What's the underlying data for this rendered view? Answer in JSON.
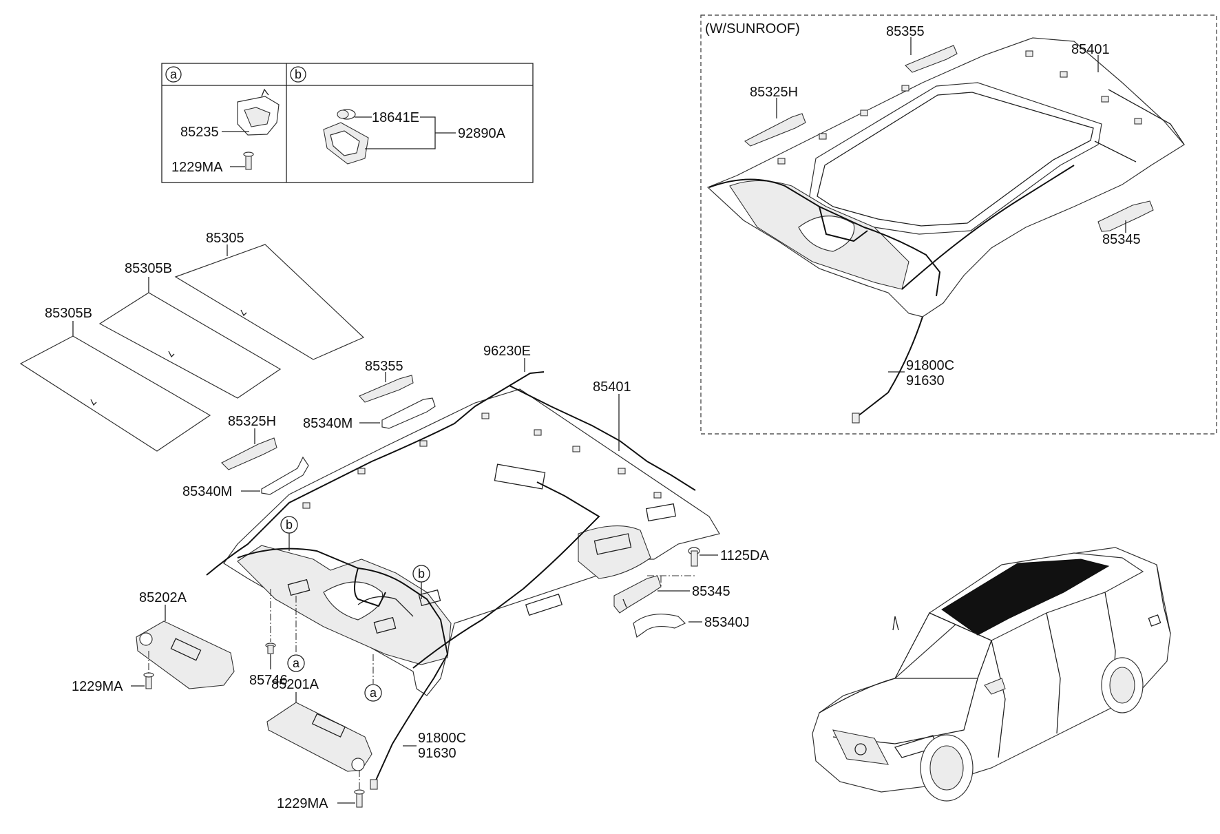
{
  "callouts": {
    "a": "a",
    "b": "b"
  },
  "legend_box": {
    "col_a": {
      "p1": "85235",
      "p2": "1229MA"
    },
    "col_b": {
      "p1": "18641E",
      "p2": "92890A"
    }
  },
  "main": {
    "p85305": "85305",
    "p85305B_1": "85305B",
    "p85305B_2": "85305B",
    "p85355": "85355",
    "p96230E": "96230E",
    "p85401": "85401",
    "p85325H": "85325H",
    "p85340M_1": "85340M",
    "p85340M_2": "85340M",
    "p1125DA": "1125DA",
    "p85345": "85345",
    "p85340J": "85340J",
    "p85202A": "85202A",
    "p1229MA_1": "1229MA",
    "p85746": "85746",
    "p85201A": "85201A",
    "p91800C": "91800C",
    "p91630": "91630",
    "p1229MA_2": "1229MA"
  },
  "sunroof_box": {
    "title": "(W/SUNROOF)",
    "p85355": "85355",
    "p85401": "85401",
    "p85325H": "85325H",
    "p85345": "85345",
    "p91800C": "91800C",
    "p91630": "91630"
  }
}
